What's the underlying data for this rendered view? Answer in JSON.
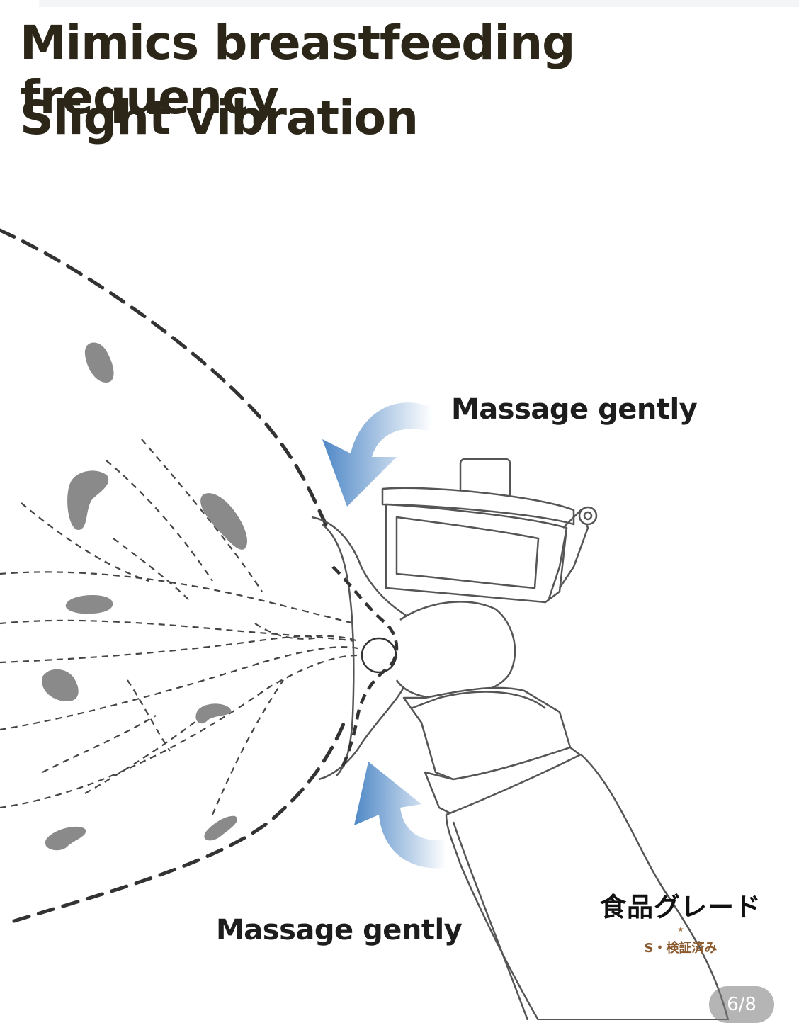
{
  "headline": {
    "line1": "Mimics breastfeeding frequency",
    "line2": "Slight vibration"
  },
  "callouts": {
    "top": "Massage gently",
    "bottom": "Massage gently"
  },
  "stamp": {
    "title": "食品グレード",
    "subtitle": "S・検証済み"
  },
  "pager": {
    "label": "6/8"
  },
  "colors": {
    "headline": "#2b2618",
    "arrow": "#5b93cc",
    "lobule": "#8a8a8a",
    "outline": "#3a3a3a",
    "stamp_accent": "#a06a3a"
  },
  "icons": {
    "top_arrow": "curved-arrow-icon",
    "bottom_arrow": "curved-arrow-icon"
  }
}
